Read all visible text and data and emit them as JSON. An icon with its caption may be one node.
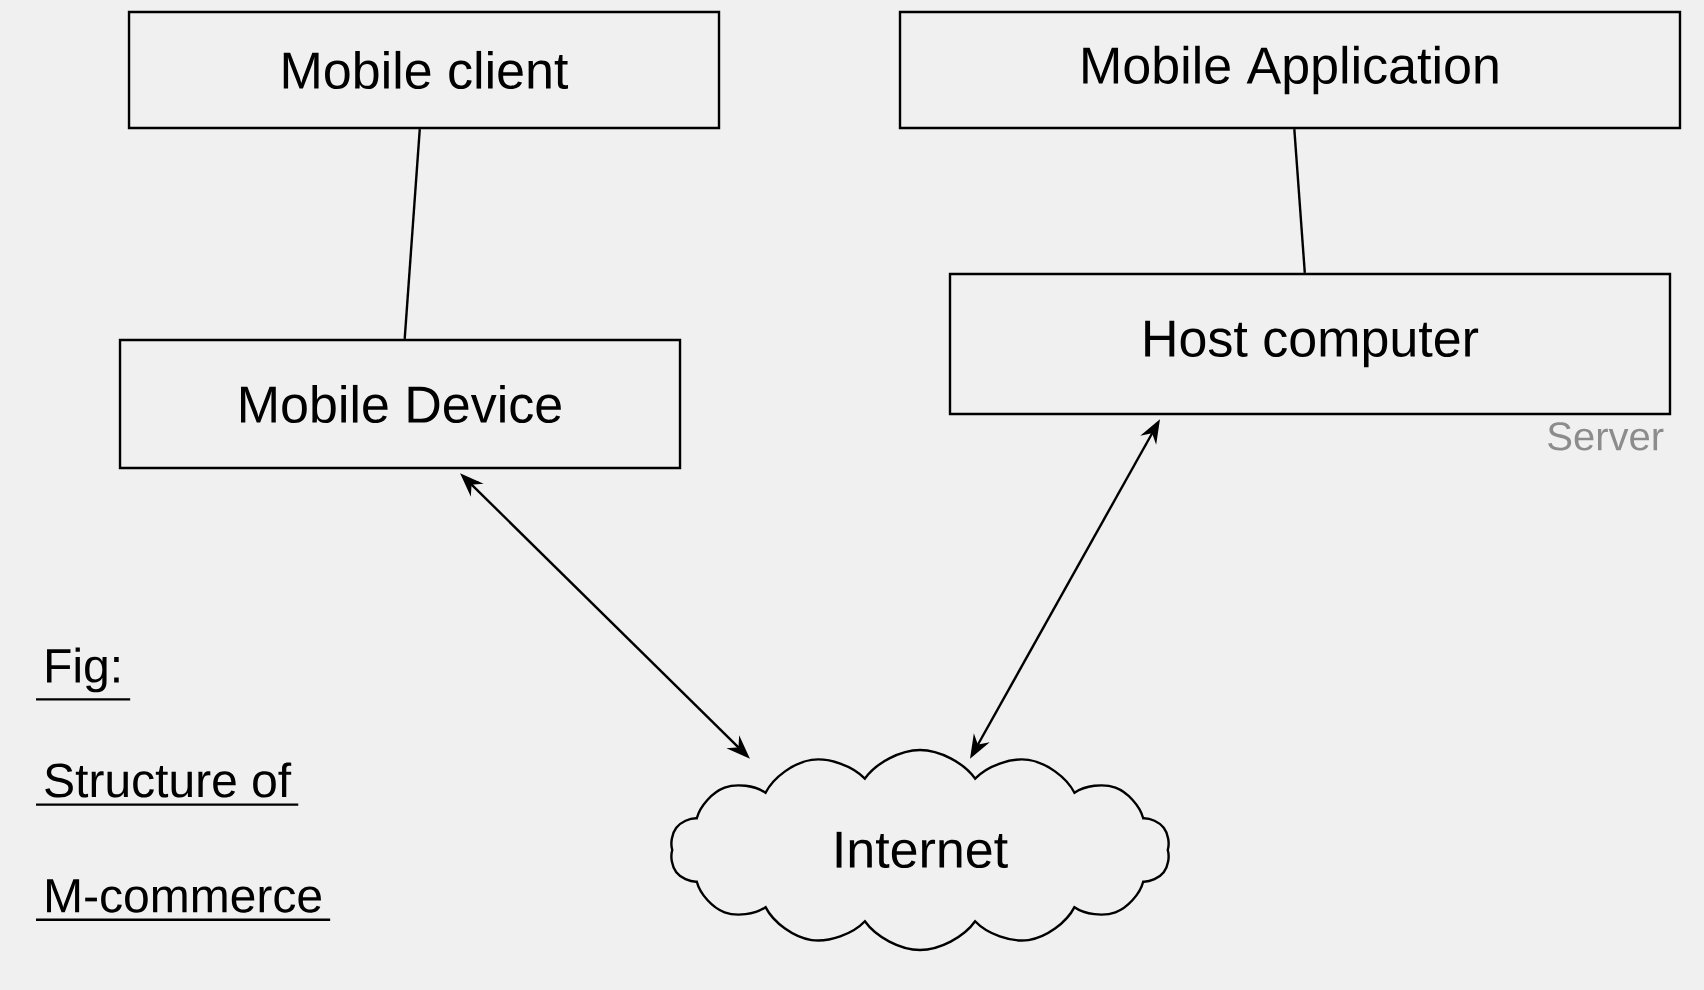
{
  "diagram": {
    "nodes": [
      {
        "text": [
          "Mobile client"
        ]
      },
      {
        "text": [
          "Mobile Device"
        ]
      },
      {
        "text": [
          "Mobile Application"
        ]
      },
      {
        "text": [
          "Host computer"
        ],
        "beside": [
          "Server"
        ]
      },
      {
        "text": [
          "Internet"
        ]
      }
    ],
    "edges": [
      {
        "from": 0,
        "to": 1,
        "arrow": "none"
      },
      {
        "from": 2,
        "to": 3,
        "arrow": "none"
      },
      {
        "from": 1,
        "to": 4,
        "arrow": "both"
      },
      {
        "from": 3,
        "to": 4,
        "arrow": "both"
      }
    ],
    "labels": [
      "Fig:",
      "Structure of",
      "M-commerce"
    ]
  }
}
